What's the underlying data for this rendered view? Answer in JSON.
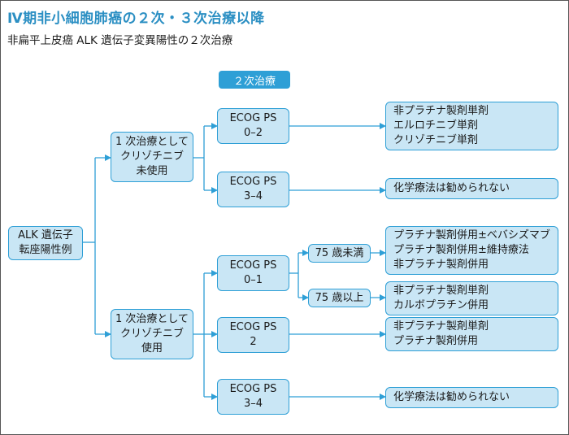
{
  "title": "Ⅳ期非小細胞肺癌の２次・３次治療以降",
  "subtitle": "非扁平上皮癌 ALK 遺伝子変異陽性の２次治療",
  "header_pill": "２次治療",
  "colors": {
    "accent": "#2e9fd6",
    "box_fill": "#c9e6f5",
    "title": "#2b8fc3"
  },
  "root": {
    "lines": [
      "ALK 遺伝子",
      "転座陽性例"
    ]
  },
  "first_line": [
    {
      "lines": [
        "1 次治療として",
        "クリゾチニブ",
        "未使用"
      ]
    },
    {
      "lines": [
        "1 次治療として",
        "クリゾチニブ",
        "使用"
      ]
    }
  ],
  "ps_upper": [
    {
      "lines": [
        "ECOG PS",
        "0–2"
      ]
    },
    {
      "lines": [
        "ECOG PS",
        "3–4"
      ]
    }
  ],
  "ps_lower": [
    {
      "lines": [
        "ECOG PS",
        "0–1"
      ]
    },
    {
      "lines": [
        "ECOG PS",
        "2"
      ]
    },
    {
      "lines": [
        "ECOG PS",
        "3–4"
      ]
    }
  ],
  "age_split": [
    "75 歳未満",
    "75 歳以上"
  ],
  "outcomes": [
    {
      "lines": [
        "非プラチナ製剤単剤",
        "エルロチニブ単剤",
        "クリゾチニブ単剤"
      ]
    },
    {
      "lines": [
        "化学療法は勧められない"
      ]
    },
    {
      "lines": [
        "プラチナ製剤併用±ベバシズマブ",
        "プラチナ製剤併用±維持療法",
        "非プラチナ製剤併用"
      ]
    },
    {
      "lines": [
        "非プラチナ製剤単剤",
        "カルボプラチン併用"
      ]
    },
    {
      "lines": [
        "非プラチナ製剤単剤",
        "プラチナ製剤併用"
      ]
    },
    {
      "lines": [
        "化学療法は勧められない"
      ]
    }
  ]
}
